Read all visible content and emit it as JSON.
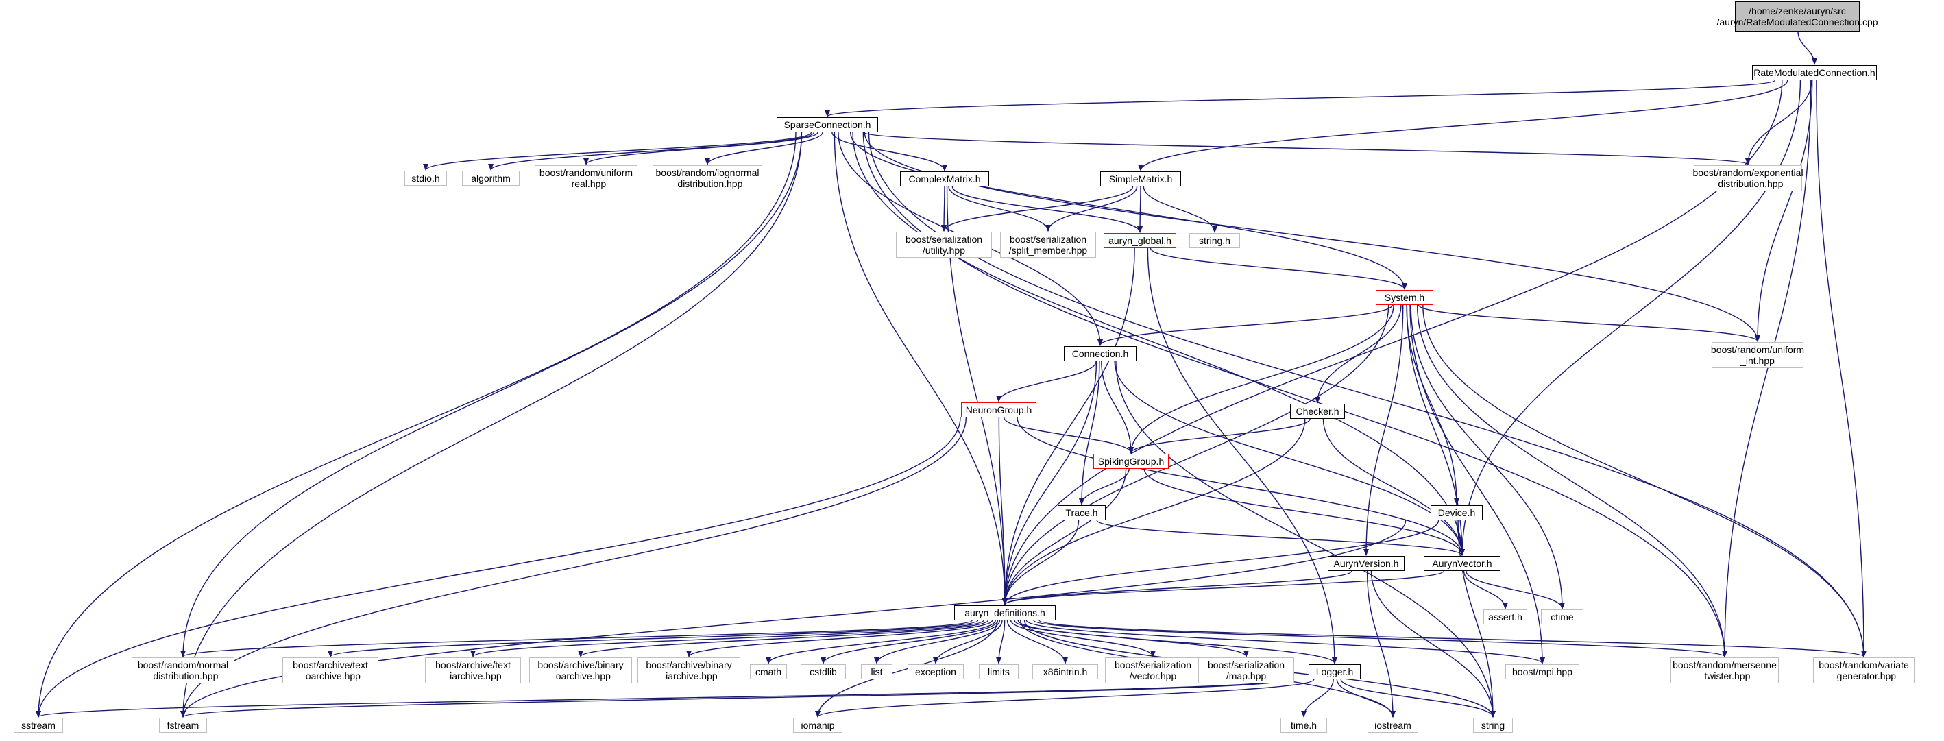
{
  "colors": {
    "edge": "#191970",
    "border_local": "#000000",
    "border_system": "#bfbfbf",
    "border_truncated": "#ff0000",
    "root_fill": "#bfbfbf"
  },
  "nodes": [
    {
      "id": "root",
      "lines": [
        "/home/zenke/auryn/src",
        "/auryn/RateModulatedConnection.cpp"
      ],
      "kind": "root"
    },
    {
      "id": "rmc",
      "lines": [
        "RateModulatedConnection.h"
      ],
      "kind": "local"
    },
    {
      "id": "sparse",
      "lines": [
        "SparseConnection.h"
      ],
      "kind": "local"
    },
    {
      "id": "stdio",
      "lines": [
        "stdio.h"
      ],
      "kind": "sys"
    },
    {
      "id": "algorithm",
      "lines": [
        "algorithm"
      ],
      "kind": "sys"
    },
    {
      "id": "uniform_real",
      "lines": [
        "boost/random/uniform",
        "_real.hpp"
      ],
      "kind": "sys"
    },
    {
      "id": "lognormal",
      "lines": [
        "boost/random/lognormal",
        "_distribution.hpp"
      ],
      "kind": "sys"
    },
    {
      "id": "complexmatrix",
      "lines": [
        "ComplexMatrix.h"
      ],
      "kind": "local"
    },
    {
      "id": "simplematrix",
      "lines": [
        "SimpleMatrix.h"
      ],
      "kind": "local"
    },
    {
      "id": "exponential",
      "lines": [
        "boost/random/exponential",
        "_distribution.hpp"
      ],
      "kind": "sys"
    },
    {
      "id": "utility",
      "lines": [
        "boost/serialization",
        "/utility.hpp"
      ],
      "kind": "sys"
    },
    {
      "id": "split_member",
      "lines": [
        "boost/serialization",
        "/split_member.hpp"
      ],
      "kind": "sys"
    },
    {
      "id": "auryn_global",
      "lines": [
        "auryn_global.h"
      ],
      "kind": "red"
    },
    {
      "id": "string_h",
      "lines": [
        "string.h"
      ],
      "kind": "sys"
    },
    {
      "id": "system",
      "lines": [
        "System.h"
      ],
      "kind": "red"
    },
    {
      "id": "uniform_int",
      "lines": [
        "boost/random/uniform",
        "_int.hpp"
      ],
      "kind": "sys"
    },
    {
      "id": "connection",
      "lines": [
        "Connection.h"
      ],
      "kind": "local"
    },
    {
      "id": "checker",
      "lines": [
        "Checker.h"
      ],
      "kind": "local"
    },
    {
      "id": "neurongroup",
      "lines": [
        "NeuronGroup.h"
      ],
      "kind": "red"
    },
    {
      "id": "spikinggroup",
      "lines": [
        "SpikingGroup.h"
      ],
      "kind": "red"
    },
    {
      "id": "trace",
      "lines": [
        "Trace.h"
      ],
      "kind": "local"
    },
    {
      "id": "device",
      "lines": [
        "Device.h"
      ],
      "kind": "local"
    },
    {
      "id": "aurynversion",
      "lines": [
        "AurynVersion.h"
      ],
      "kind": "local"
    },
    {
      "id": "aurynvector",
      "lines": [
        "AurynVector.h"
      ],
      "kind": "local"
    },
    {
      "id": "assert",
      "lines": [
        "assert.h"
      ],
      "kind": "sys"
    },
    {
      "id": "ctime",
      "lines": [
        "ctime"
      ],
      "kind": "sys"
    },
    {
      "id": "defs",
      "lines": [
        "auryn_definitions.h"
      ],
      "kind": "local"
    },
    {
      "id": "normal",
      "lines": [
        "boost/random/normal",
        "_distribution.hpp"
      ],
      "kind": "sys"
    },
    {
      "id": "text_oarchive",
      "lines": [
        "boost/archive/text",
        "_oarchive.hpp"
      ],
      "kind": "sys"
    },
    {
      "id": "text_iarchive",
      "lines": [
        "boost/archive/text",
        "_iarchive.hpp"
      ],
      "kind": "sys"
    },
    {
      "id": "binary_oarchive",
      "lines": [
        "boost/archive/binary",
        "_oarchive.hpp"
      ],
      "kind": "sys"
    },
    {
      "id": "binary_iarchive",
      "lines": [
        "boost/archive/binary",
        "_iarchive.hpp"
      ],
      "kind": "sys"
    },
    {
      "id": "cmath",
      "lines": [
        "cmath"
      ],
      "kind": "sys"
    },
    {
      "id": "cstdlib",
      "lines": [
        "cstdlib"
      ],
      "kind": "sys"
    },
    {
      "id": "list",
      "lines": [
        "list"
      ],
      "kind": "sys"
    },
    {
      "id": "exception",
      "lines": [
        "exception"
      ],
      "kind": "sys"
    },
    {
      "id": "limits",
      "lines": [
        "limits"
      ],
      "kind": "sys"
    },
    {
      "id": "x86intrin",
      "lines": [
        "x86intrin.h"
      ],
      "kind": "sys"
    },
    {
      "id": "ser_vector",
      "lines": [
        "boost/serialization",
        "/vector.hpp"
      ],
      "kind": "sys"
    },
    {
      "id": "ser_map",
      "lines": [
        "boost/serialization",
        "/map.hpp"
      ],
      "kind": "sys"
    },
    {
      "id": "logger",
      "lines": [
        "Logger.h"
      ],
      "kind": "local"
    },
    {
      "id": "mpi",
      "lines": [
        "boost/mpi.hpp"
      ],
      "kind": "sys"
    },
    {
      "id": "mersenne",
      "lines": [
        "boost/random/mersenne",
        "_twister.hpp"
      ],
      "kind": "sys"
    },
    {
      "id": "variate",
      "lines": [
        "boost/random/variate",
        "_generator.hpp"
      ],
      "kind": "sys"
    },
    {
      "id": "sstream",
      "lines": [
        "sstream"
      ],
      "kind": "sys"
    },
    {
      "id": "fstream",
      "lines": [
        "fstream"
      ],
      "kind": "sys"
    },
    {
      "id": "iomanip",
      "lines": [
        "iomanip"
      ],
      "kind": "sys"
    },
    {
      "id": "time_h",
      "lines": [
        "time.h"
      ],
      "kind": "sys"
    },
    {
      "id": "iostream",
      "lines": [
        "iostream"
      ],
      "kind": "sys"
    },
    {
      "id": "string",
      "lines": [
        "string"
      ],
      "kind": "sys"
    }
  ],
  "edges": [
    [
      "root",
      "rmc"
    ],
    [
      "rmc",
      "sparse"
    ],
    [
      "rmc",
      "simplematrix"
    ],
    [
      "rmc",
      "exponential"
    ],
    [
      "rmc",
      "uniform_int"
    ],
    [
      "rmc",
      "aurynvector"
    ],
    [
      "rmc",
      "defs"
    ],
    [
      "rmc",
      "mersenne"
    ],
    [
      "rmc",
      "variate"
    ],
    [
      "sparse",
      "stdio"
    ],
    [
      "sparse",
      "algorithm"
    ],
    [
      "sparse",
      "uniform_real"
    ],
    [
      "sparse",
      "lognormal"
    ],
    [
      "sparse",
      "complexmatrix"
    ],
    [
      "sparse",
      "exponential"
    ],
    [
      "sparse",
      "system"
    ],
    [
      "sparse",
      "connection"
    ],
    [
      "sparse",
      "uniform_int"
    ],
    [
      "sparse",
      "aurynvector"
    ],
    [
      "sparse",
      "defs"
    ],
    [
      "sparse",
      "normal"
    ],
    [
      "sparse",
      "sstream"
    ],
    [
      "sparse",
      "fstream"
    ],
    [
      "sparse",
      "mersenne"
    ],
    [
      "sparse",
      "variate"
    ],
    [
      "complexmatrix",
      "utility"
    ],
    [
      "complexmatrix",
      "split_member"
    ],
    [
      "complexmatrix",
      "auryn_global"
    ],
    [
      "complexmatrix",
      "defs"
    ],
    [
      "simplematrix",
      "utility"
    ],
    [
      "simplematrix",
      "split_member"
    ],
    [
      "simplematrix",
      "auryn_global"
    ],
    [
      "simplematrix",
      "string_h"
    ],
    [
      "auryn_global",
      "system"
    ],
    [
      "auryn_global",
      "defs"
    ],
    [
      "auryn_global",
      "logger"
    ],
    [
      "system",
      "connection"
    ],
    [
      "system",
      "uniform_int"
    ],
    [
      "system",
      "checker"
    ],
    [
      "system",
      "spikinggroup"
    ],
    [
      "system",
      "device"
    ],
    [
      "system",
      "aurynversion"
    ],
    [
      "system",
      "aurynvector"
    ],
    [
      "system",
      "defs"
    ],
    [
      "system",
      "ctime"
    ],
    [
      "system",
      "mpi"
    ],
    [
      "system",
      "mersenne"
    ],
    [
      "system",
      "variate"
    ],
    [
      "connection",
      "neurongroup"
    ],
    [
      "connection",
      "spikinggroup"
    ],
    [
      "connection",
      "trace"
    ],
    [
      "connection",
      "aurynvector"
    ],
    [
      "connection",
      "defs"
    ],
    [
      "connection",
      "string"
    ],
    [
      "checker",
      "spikinggroup"
    ],
    [
      "checker",
      "aurynvector"
    ],
    [
      "checker",
      "defs"
    ],
    [
      "neurongroup",
      "spikinggroup"
    ],
    [
      "neurongroup",
      "aurynvector"
    ],
    [
      "neurongroup",
      "defs"
    ],
    [
      "neurongroup",
      "sstream"
    ],
    [
      "neurongroup",
      "fstream"
    ],
    [
      "spikinggroup",
      "trace"
    ],
    [
      "spikinggroup",
      "aurynvector"
    ],
    [
      "spikinggroup",
      "defs"
    ],
    [
      "trace",
      "aurynvector"
    ],
    [
      "trace",
      "defs"
    ],
    [
      "device",
      "aurynvector"
    ],
    [
      "device",
      "defs"
    ],
    [
      "device",
      "fstream"
    ],
    [
      "device",
      "string"
    ],
    [
      "aurynversion",
      "defs"
    ],
    [
      "aurynversion",
      "iostream"
    ],
    [
      "aurynversion",
      "string"
    ],
    [
      "aurynvector",
      "assert"
    ],
    [
      "aurynvector",
      "ctime"
    ],
    [
      "aurynvector",
      "defs"
    ],
    [
      "defs",
      "normal"
    ],
    [
      "defs",
      "text_oarchive"
    ],
    [
      "defs",
      "text_iarchive"
    ],
    [
      "defs",
      "binary_oarchive"
    ],
    [
      "defs",
      "binary_iarchive"
    ],
    [
      "defs",
      "cmath"
    ],
    [
      "defs",
      "cstdlib"
    ],
    [
      "defs",
      "list"
    ],
    [
      "defs",
      "exception"
    ],
    [
      "defs",
      "limits"
    ],
    [
      "defs",
      "x86intrin"
    ],
    [
      "defs",
      "ser_vector"
    ],
    [
      "defs",
      "ser_map"
    ],
    [
      "defs",
      "logger"
    ],
    [
      "defs",
      "mpi"
    ],
    [
      "defs",
      "mersenne"
    ],
    [
      "defs",
      "variate"
    ],
    [
      "defs",
      "iostream"
    ],
    [
      "defs",
      "iomanip"
    ],
    [
      "defs",
      "string"
    ],
    [
      "logger",
      "sstream"
    ],
    [
      "logger",
      "fstream"
    ],
    [
      "logger",
      "iomanip"
    ],
    [
      "logger",
      "time_h"
    ],
    [
      "logger",
      "iostream"
    ],
    [
      "logger",
      "string"
    ]
  ]
}
